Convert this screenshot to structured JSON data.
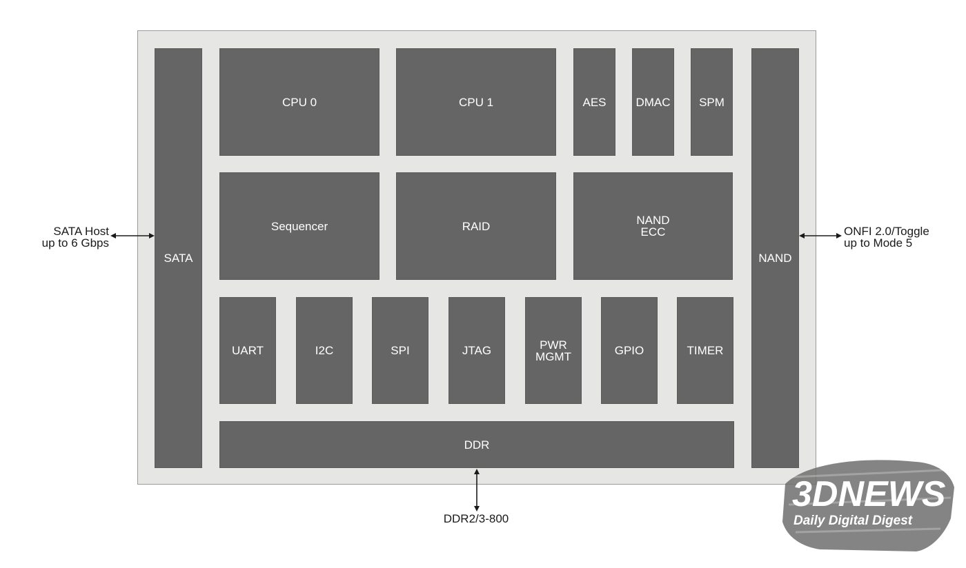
{
  "blocks": {
    "sata": "SATA",
    "nand": "NAND",
    "cpu0": "CPU 0",
    "cpu1": "CPU 1",
    "aes": "AES",
    "dmac": "DMAC",
    "spm": "SPM",
    "sequencer": "Sequencer",
    "raid": "RAID",
    "nand_ecc": "NAND\nECC",
    "uart": "UART",
    "i2c": "I2C",
    "spi": "SPI",
    "jtag": "JTAG",
    "pwr_mgmt": "PWR\nMGMT",
    "gpio": "GPIO",
    "timer": "TIMER",
    "ddr": "DDR"
  },
  "external": {
    "sata_host": "SATA Host\nup to 6 Gbps",
    "onfi": "ONFI 2.0/Toggle\nup to Mode 5",
    "ddr_mem": "DDR2/3-800"
  },
  "watermark": {
    "logo": "3DNEWS",
    "tagline": "Daily Digital Digest"
  },
  "colors": {
    "block": "#656565",
    "chip_bg": "#e6e6e4",
    "text": "#ffffff"
  }
}
